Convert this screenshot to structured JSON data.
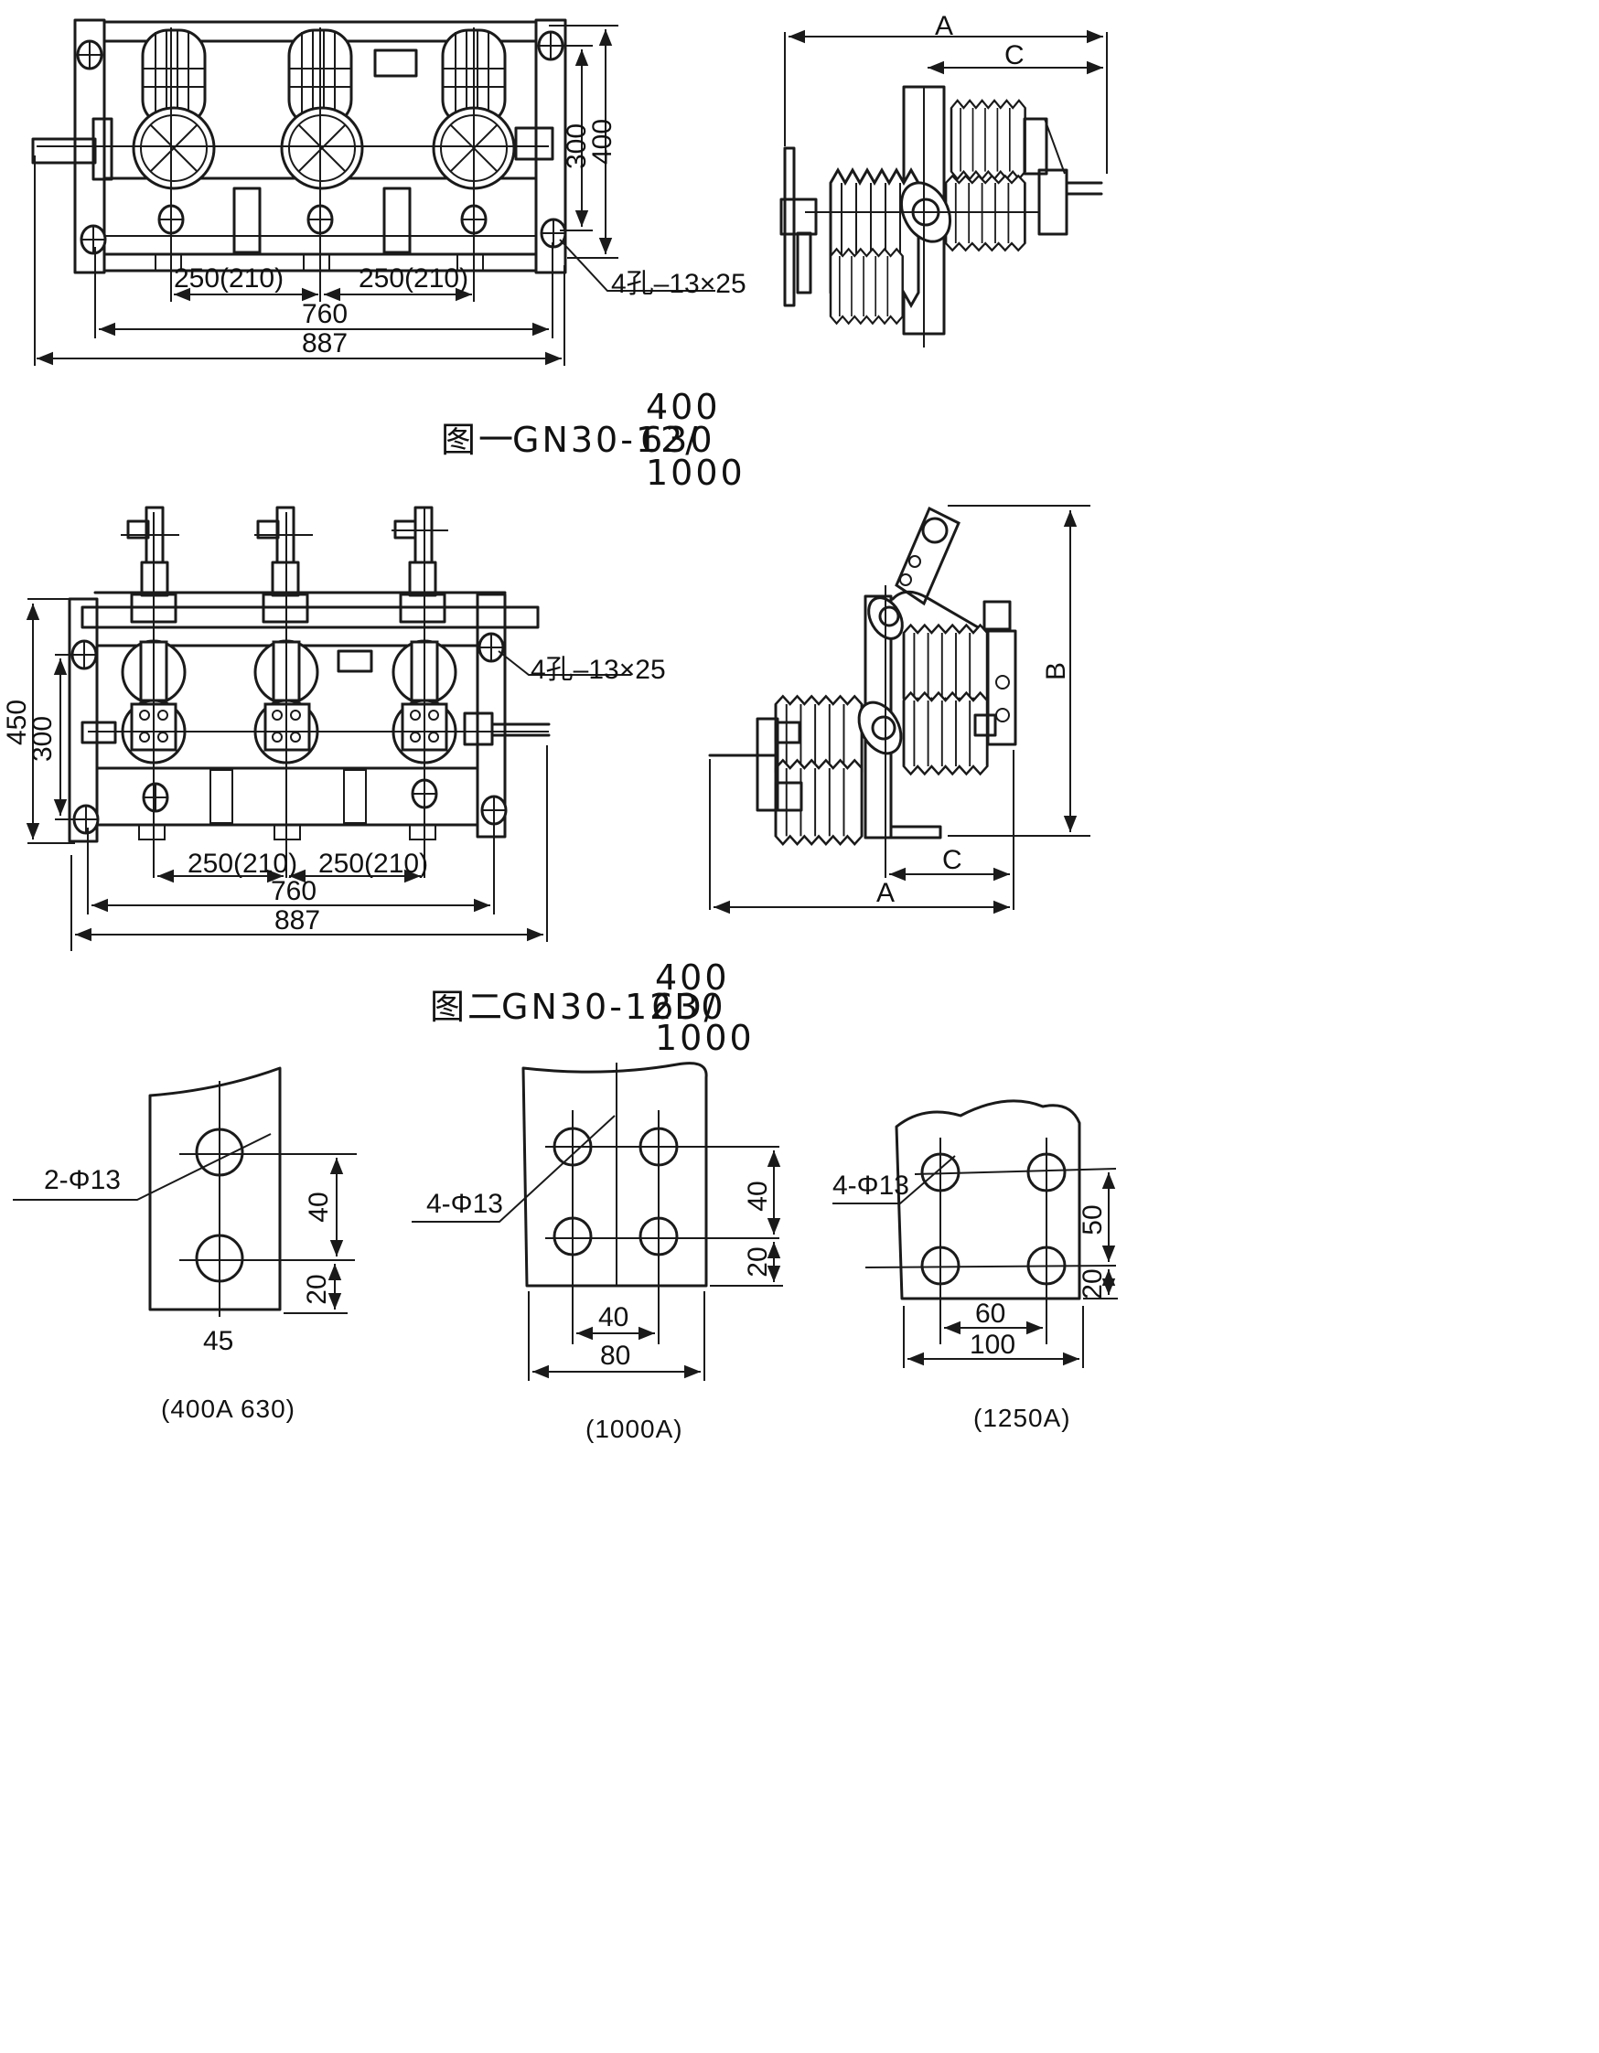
{
  "figure1": {
    "title_prefix": "图一",
    "model": "GN30-12/",
    "ratings": [
      "400",
      "630",
      "1000"
    ],
    "front_view": {
      "dim_250_left": "250(210)",
      "dim_250_right": "250(210)",
      "dim_760": "760",
      "dim_887": "887",
      "dim_300": "300",
      "dim_400": "400",
      "hole_note": "4孔–13×25"
    },
    "side_view": {
      "dim_a": "A",
      "dim_c": "C"
    }
  },
  "figure2": {
    "title_prefix": "图二",
    "model": "GN30-12D/",
    "ratings": [
      "400",
      "630",
      "1000"
    ],
    "front_view": {
      "dim_250_left": "250(210)",
      "dim_250_right": "250(210)",
      "dim_760": "760",
      "dim_887": "887",
      "dim_450": "450",
      "dim_300": "300",
      "hole_note": "4孔–13×25"
    },
    "side_view": {
      "dim_a": "A",
      "dim_b": "B",
      "dim_c": "C"
    }
  },
  "terminals": [
    {
      "hole_label": "2-Φ13",
      "dims": {
        "v1": "40",
        "v2": "20",
        "w": "45"
      },
      "caption": "(400A 630)"
    },
    {
      "hole_label": "4-Φ13",
      "dims": {
        "v1": "40",
        "v2": "20",
        "h1": "40",
        "h2": "80"
      },
      "caption": "(1000A)"
    },
    {
      "hole_label": "4-Φ13",
      "dims": {
        "v1": "50",
        "v2": "20",
        "h1": "60",
        "h2": "100"
      },
      "caption": "(1250A)"
    }
  ]
}
